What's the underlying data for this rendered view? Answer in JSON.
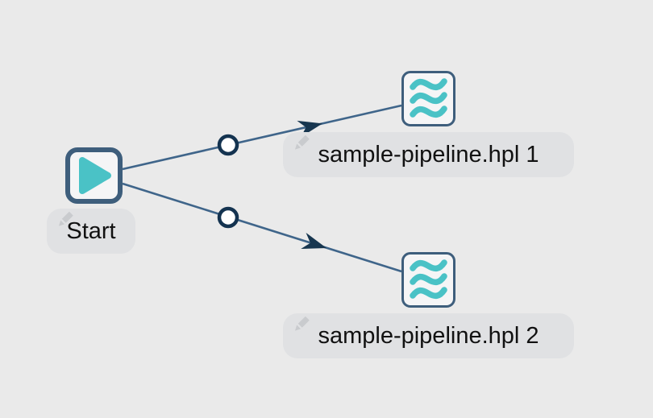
{
  "canvas": {
    "name": "workflow-canvas"
  },
  "workflow": {
    "nodes": [
      {
        "id": "start",
        "type": "start-action",
        "label": "Start",
        "icon": "play-icon"
      },
      {
        "id": "pipeline-1",
        "type": "pipeline-action",
        "label": "sample-pipeline.hpl 1",
        "icon": "pipeline-waves-icon"
      },
      {
        "id": "pipeline-2",
        "type": "pipeline-action",
        "label": "sample-pipeline.hpl 2",
        "icon": "pipeline-waves-icon"
      }
    ],
    "hops": [
      {
        "from": "start",
        "to": "pipeline-1"
      },
      {
        "from": "start",
        "to": "pipeline-2"
      }
    ]
  },
  "colors": {
    "background": "#eaeaea",
    "node_border": "#3e5e7c",
    "node_fill": "#f5f5f6",
    "accent_teal": "#4ac2c6",
    "hop_line": "#3f658a",
    "hop_arrow": "#17364f",
    "hop_circle_border": "#143350",
    "hop_circle_fill": "#ffffff",
    "label_bg": "#e0e1e3",
    "label_text": "#111111",
    "pencil_icon": "#c9cbce"
  }
}
